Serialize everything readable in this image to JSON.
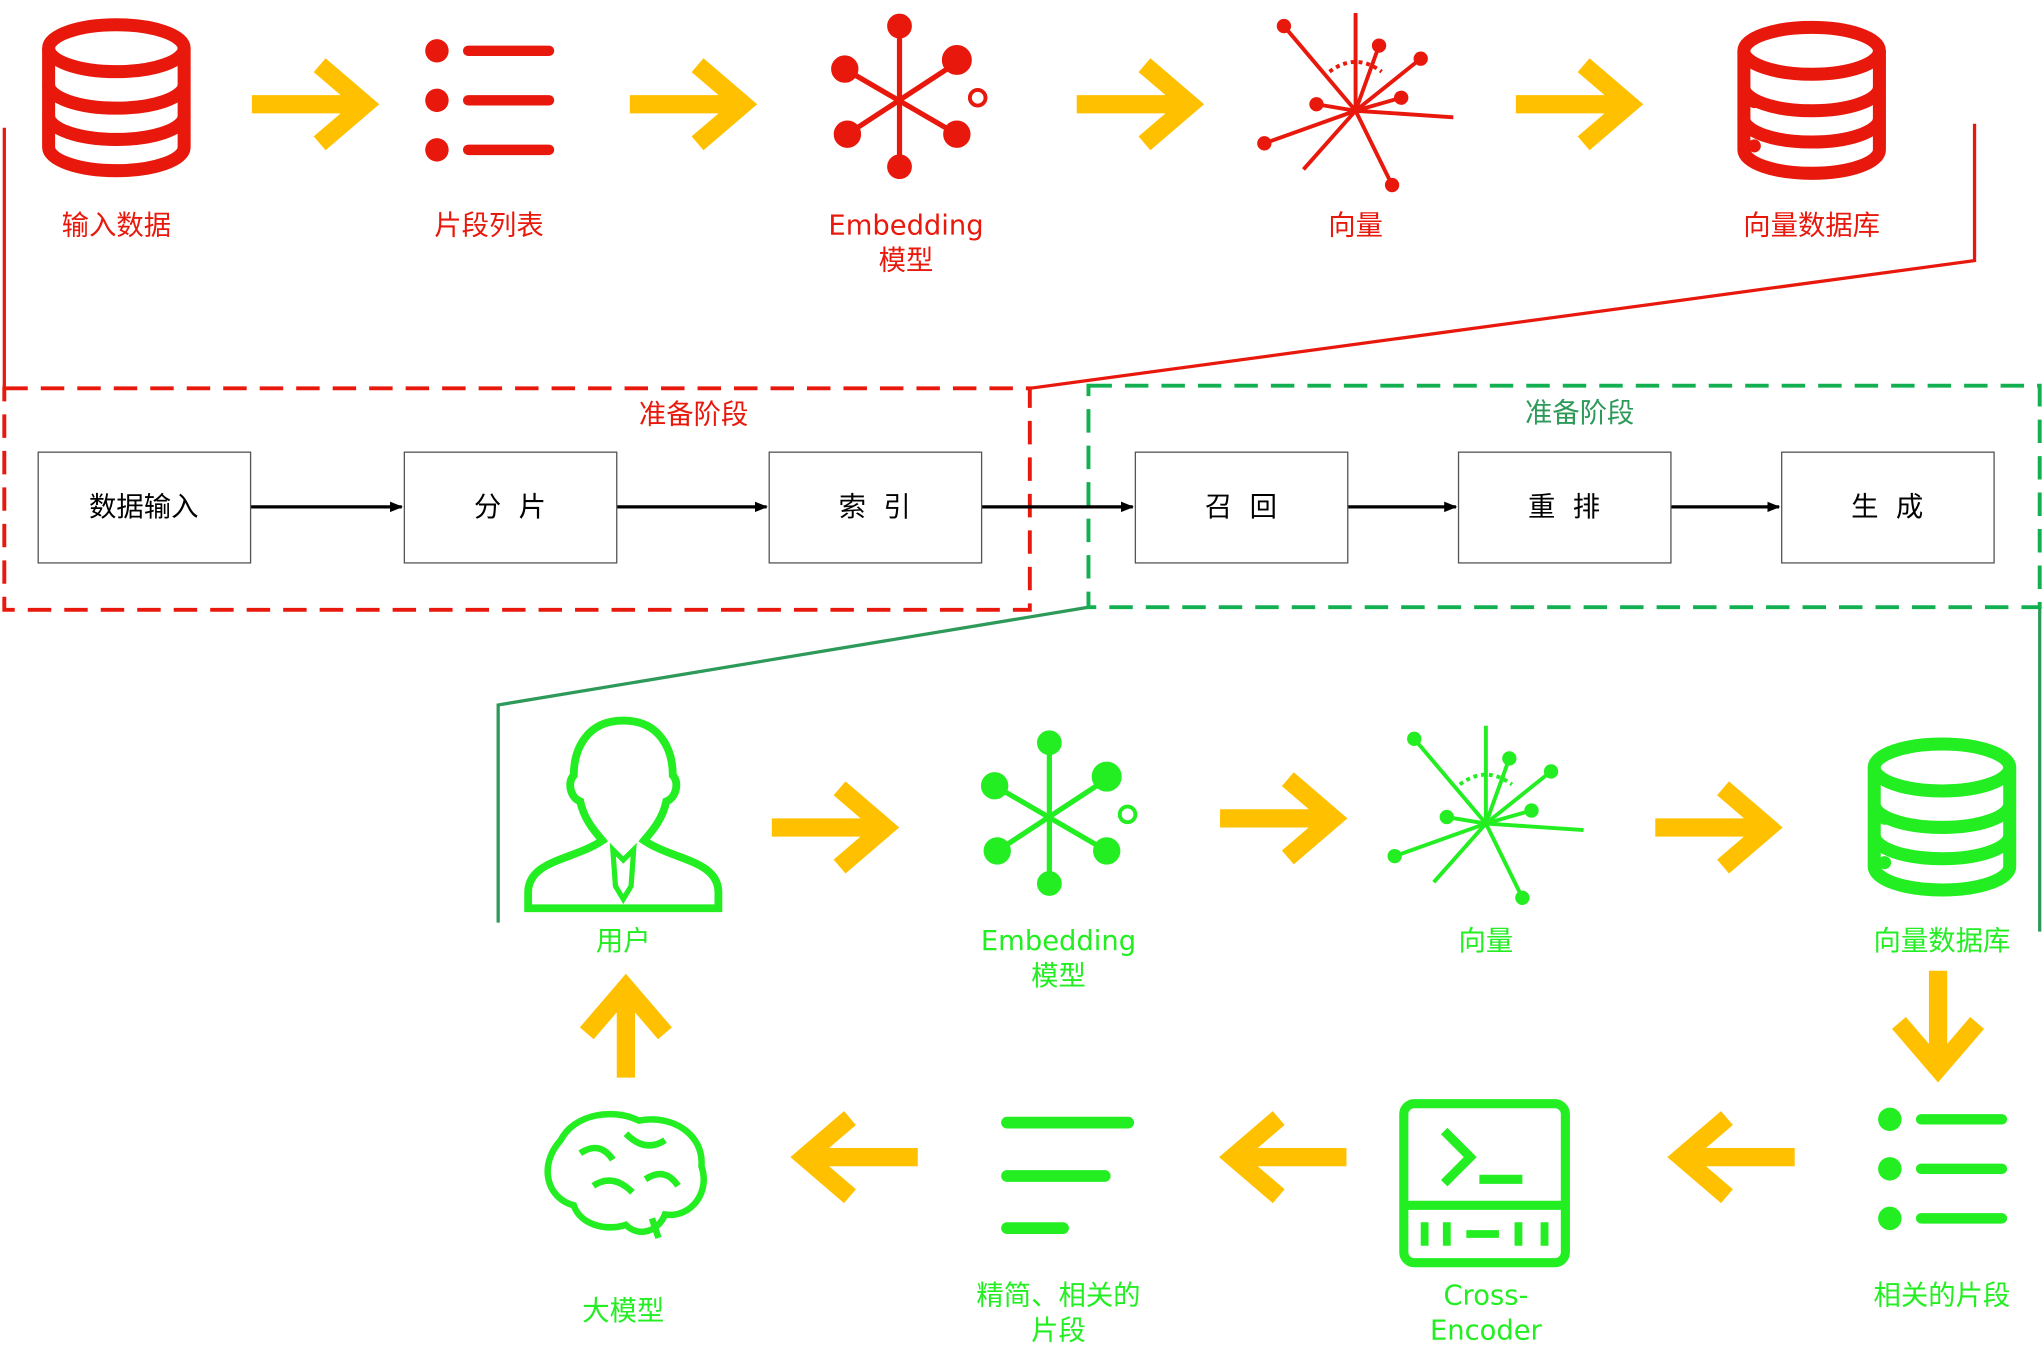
{
  "colors": {
    "red": "#e8190c",
    "green": "#22ee22",
    "arrow": "#ffc000",
    "dash_green": "#12b050",
    "line_green": "#2e9a5a"
  },
  "top_row": {
    "input_data": "输入数据",
    "chunk_list": "片段列表",
    "embedding_line1": "Embedding",
    "embedding_line2": "模型",
    "vector": "向量",
    "vector_db": "向量数据库"
  },
  "middle": {
    "prep_stage_label": "准备阶段",
    "retrieve_stage_label": "准备阶段",
    "steps": [
      "数据输入",
      "分  片",
      "索  引",
      "召  回",
      "重  排",
      "生  成"
    ]
  },
  "bottom_row": {
    "user": "用户",
    "embedding_line1": "Embedding",
    "embedding_line2": "模型",
    "vector": "向量",
    "vector_db": "向量数据库",
    "relevant_chunks": "相关的片段",
    "cross_encoder_line1": "Cross-",
    "cross_encoder_line2": "Encoder",
    "refined_line1": "精简、相关的",
    "refined_line2": "片段",
    "llm": "大模型"
  }
}
